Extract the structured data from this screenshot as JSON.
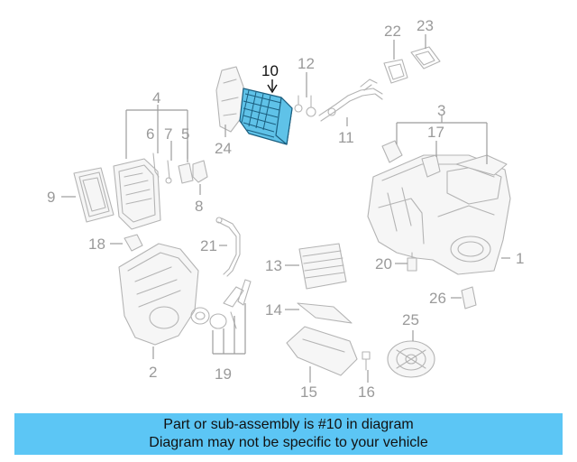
{
  "diagram": {
    "highlighted_part": "10",
    "callouts": [
      "1",
      "2",
      "3",
      "4",
      "5",
      "6",
      "7",
      "8",
      "9",
      "10",
      "11",
      "12",
      "13",
      "14",
      "15",
      "16",
      "17",
      "18",
      "19",
      "20",
      "21",
      "22",
      "23",
      "24",
      "25",
      "26"
    ],
    "colors": {
      "highlight_fill": "#5fc2e8",
      "banner_bg": "#5cc6f5",
      "line_gray": "#b4b4b4"
    }
  },
  "banner": {
    "line1": "Part or sub-assembly is #10 in diagram",
    "line2": "Diagram may not be specific to your vehicle"
  }
}
